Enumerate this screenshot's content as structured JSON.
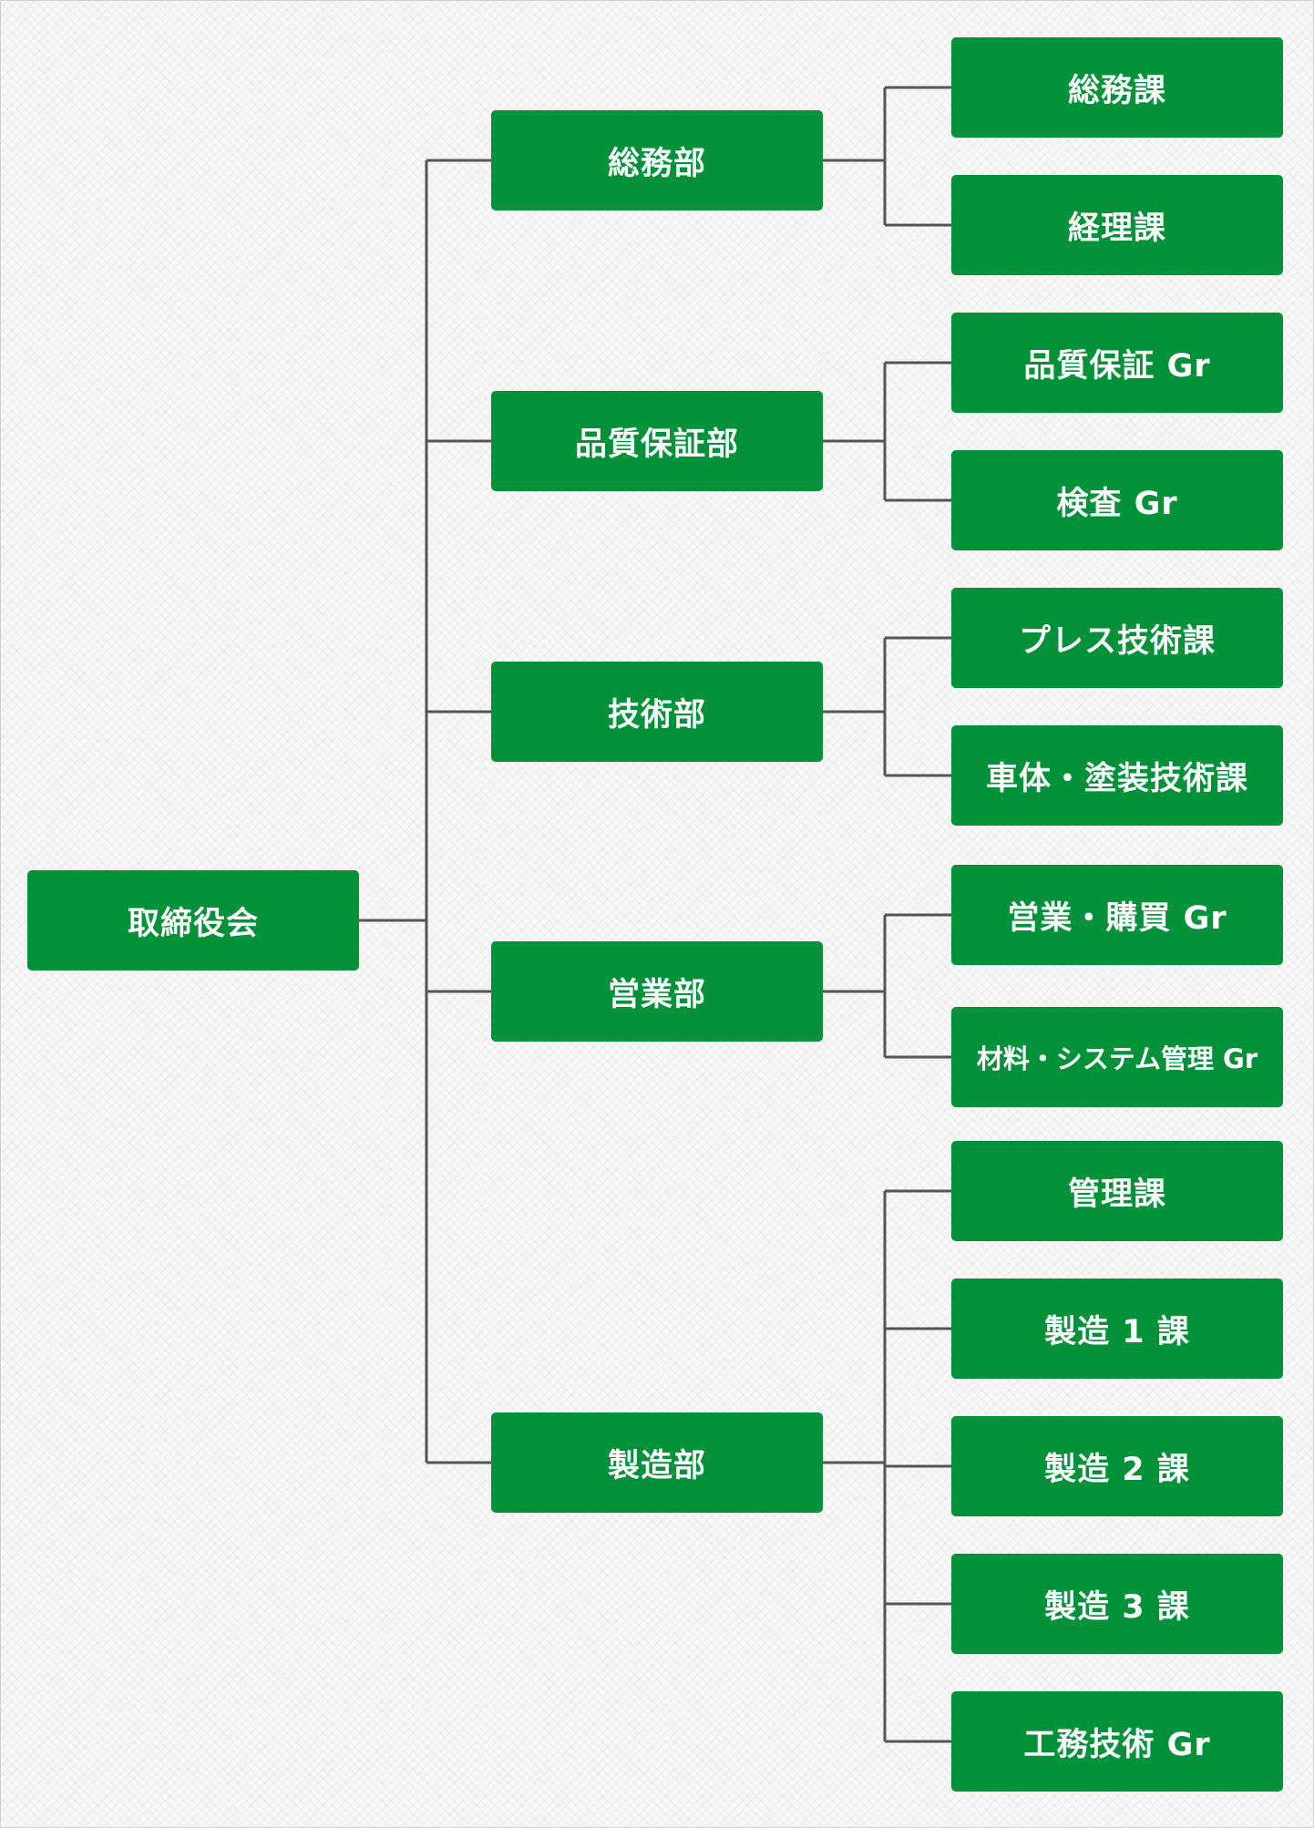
{
  "style": {
    "box_color": "#03913a",
    "text_color": "#ffffff",
    "line_color": "#555555"
  },
  "org": {
    "root": {
      "label": "取締役会"
    },
    "departments": [
      {
        "label": "総務部",
        "children": [
          "総務課",
          "経理課"
        ]
      },
      {
        "label": "品質保証部",
        "children": [
          "品質保証 Gr",
          "検査 Gr"
        ]
      },
      {
        "label": "技術部",
        "children": [
          "プレス技術課",
          "車体・塗装技術課"
        ]
      },
      {
        "label": "営業部",
        "children": [
          "営業・購買 Gr",
          "材料・システム管理 Gr"
        ]
      },
      {
        "label": "製造部",
        "children": [
          "管理課",
          "製造 1 課",
          "製造 2 課",
          "製造 3 課",
          "工務技術 Gr"
        ]
      }
    ]
  }
}
